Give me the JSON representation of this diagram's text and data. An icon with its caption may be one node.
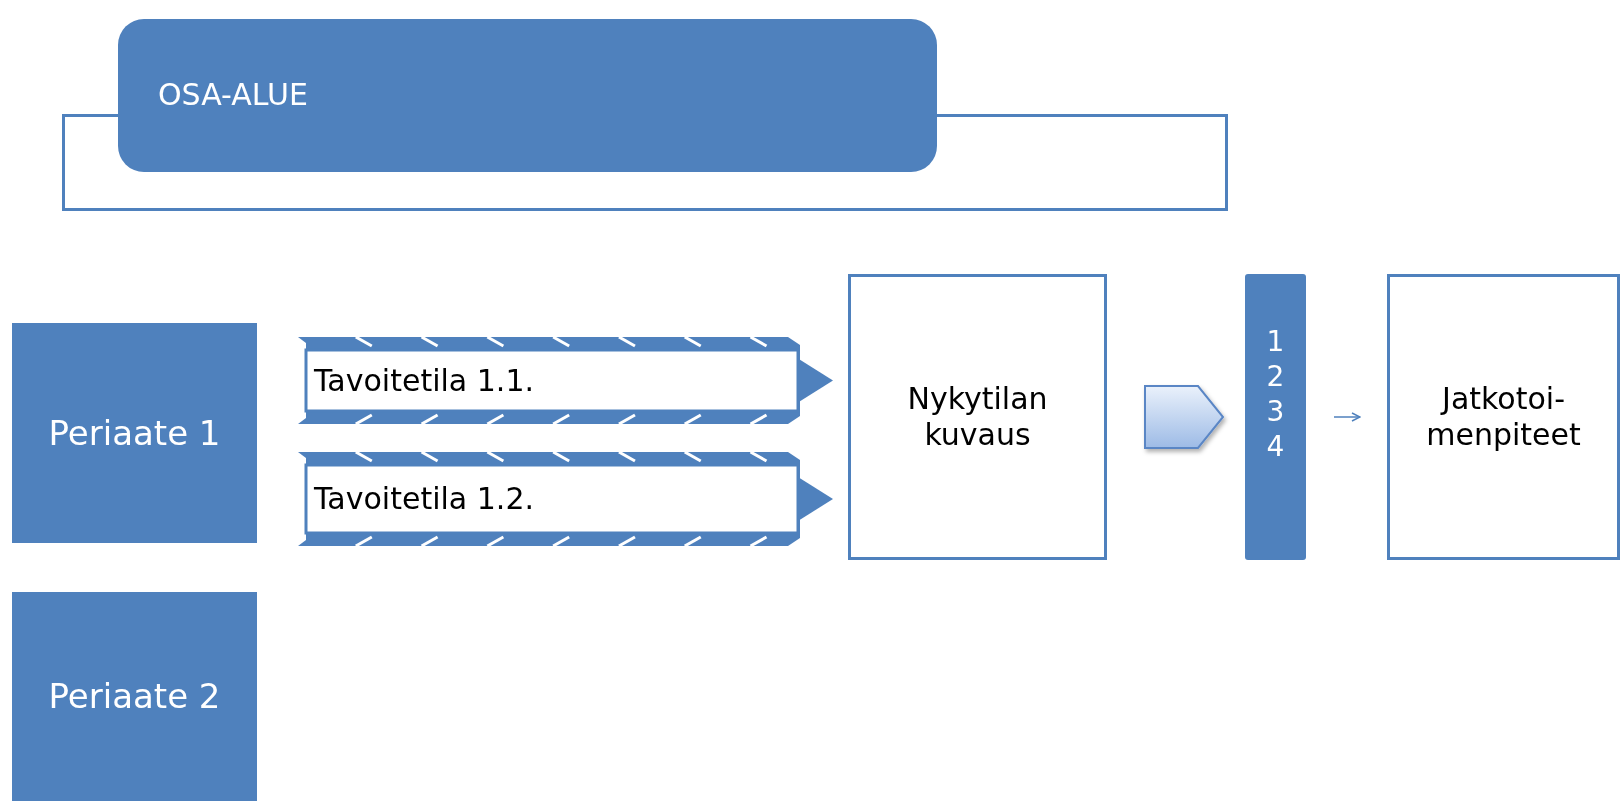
{
  "diagram": {
    "nodes": [
      {
        "text": [
          "OSA-ALUE"
        ]
      },
      {
        "text": [],
        "shape": "box"
      },
      {
        "text": [
          "Periaate 1"
        ]
      },
      {
        "text": [
          "Tavoitetila 1.1."
        ]
      },
      {
        "text": [
          "Tavoitetila 1.2."
        ]
      },
      {
        "text": [
          "Nykytilan kuvaus"
        ]
      },
      {
        "text": [
          "1",
          "2",
          "3",
          "4"
        ]
      },
      {
        "text": [
          "Jatkotoi- menpiteet"
        ]
      },
      {
        "text": [
          "Periaate 2"
        ]
      }
    ],
    "edges": [
      {
        "from": 5,
        "to": 6,
        "arrow": "to",
        "style": "thick"
      },
      {
        "from": 6,
        "to": 7,
        "arrow": "to"
      }
    ]
  }
}
